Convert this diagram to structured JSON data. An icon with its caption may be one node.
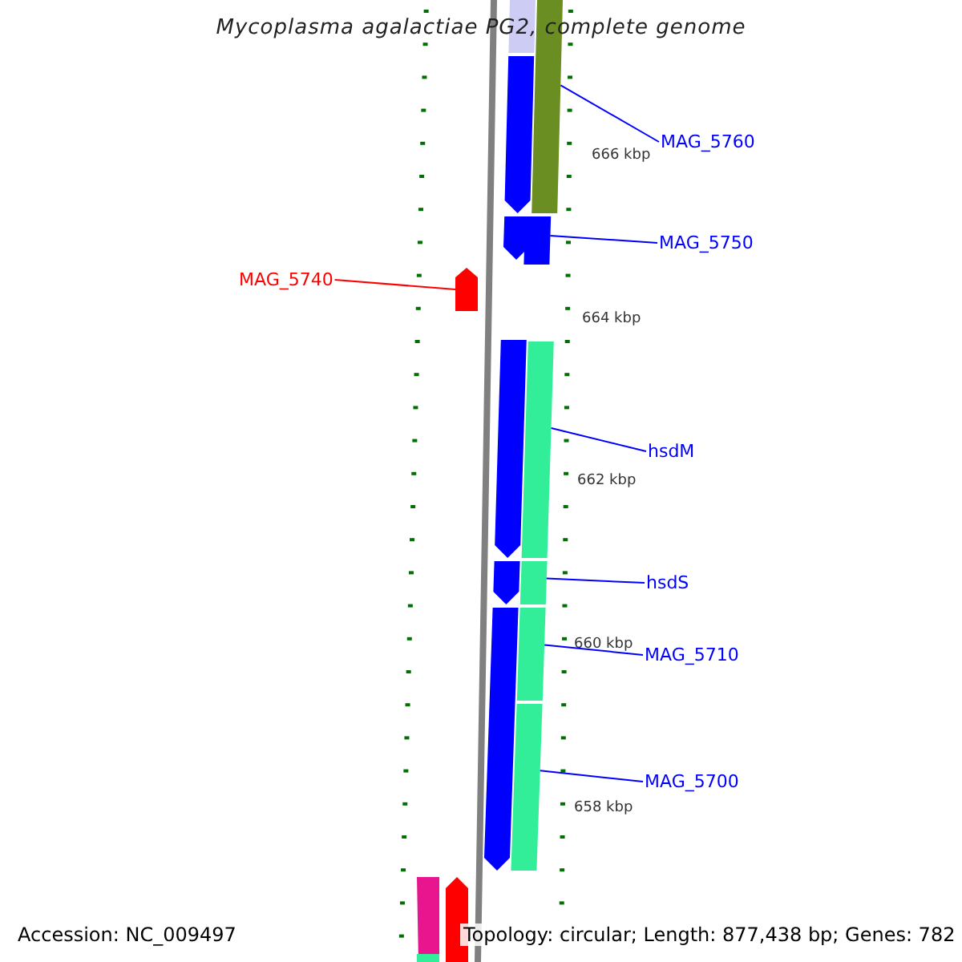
{
  "diagram": {
    "title": "Mycoplasma agalactiae PG2, complete genome",
    "nodes": [
      {
        "text": [
          "MAG_5760"
        ]
      },
      {
        "text": [],
        "shape": "bar"
      },
      {
        "text": [
          "MAG_5750"
        ]
      },
      {
        "text": [],
        "shape": "bar"
      },
      {
        "text": [
          "MAG_5740"
        ]
      },
      {
        "text": [],
        "shape": "arrow"
      },
      {
        "text": [
          "hsdM"
        ]
      },
      {
        "text": [],
        "shape": "bar"
      },
      {
        "text": [
          "hsdS"
        ]
      },
      {
        "text": [],
        "shape": "bar"
      },
      {
        "text": [
          "MAG_5710"
        ]
      },
      {
        "text": [],
        "shape": "bar"
      },
      {
        "text": [
          "MAG_5700"
        ]
      },
      {
        "text": [],
        "shape": "bar"
      }
    ],
    "edges": [
      {
        "from": 0,
        "to": 1,
        "arrow": "none"
      },
      {
        "from": 2,
        "to": 3,
        "arrow": "none"
      },
      {
        "from": 4,
        "to": 5,
        "arrow": "none",
        "color": "#ff0000"
      },
      {
        "from": 6,
        "to": 7,
        "arrow": "none"
      },
      {
        "from": 8,
        "to": 9,
        "arrow": "none"
      },
      {
        "from": 10,
        "to": 11,
        "arrow": "none"
      },
      {
        "from": 12,
        "to": 13,
        "arrow": "none"
      }
    ],
    "labels": [
      "666 kbp",
      "664 kbp",
      "662 kbp",
      "660 kbp",
      "658 kbp",
      "Accession: NC_009497",
      "Topology: circular; Length: 877,438 bp; Genes: 782"
    ]
  }
}
